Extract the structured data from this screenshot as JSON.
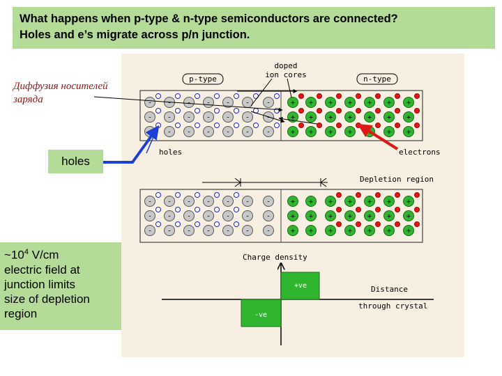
{
  "title": {
    "line1": "What happens when p-type & n-type semiconductors are connected?",
    "line2": "Holes and e’s migrate across p/n junction."
  },
  "annotation_russian": {
    "line1": "Диффузия носителей",
    "line2": "заряда"
  },
  "holes_box": {
    "label": "holes"
  },
  "field_box": {
    "line1_prefix": "~10",
    "line1_exponent": "4",
    "line1_suffix": " V/cm",
    "line2": "electric field at",
    "line3": "junction limits",
    "line4": "size of depletion",
    "line5": "region"
  },
  "diagram": {
    "label_p_type": "p-type",
    "label_doped_line1": "doped",
    "label_doped_line2": "ion cores",
    "label_n_type": "n-type",
    "label_holes": "holes",
    "label_electrons": "electrons",
    "label_depletion": "Depletion region",
    "label_charge_density": "Charge density",
    "label_distance_line1": "Distance",
    "label_distance_line2": "through crystal",
    "label_positive": "+ve",
    "label_negative": "-ve",
    "ion_minus_symbol": "-",
    "ion_plus_symbol": "+"
  },
  "colors": {
    "title_bg": "#b5db99",
    "panel_bg": "#f7f0e2",
    "acceptor_ion": "#c8c8c8",
    "donor_ion": "#2fb52f",
    "hole": "#2020d0",
    "electron": "#e01818",
    "arrow_blue": "#1c3fd6",
    "arrow_red": "#e01818",
    "russian_text": "#8b1a1a"
  }
}
